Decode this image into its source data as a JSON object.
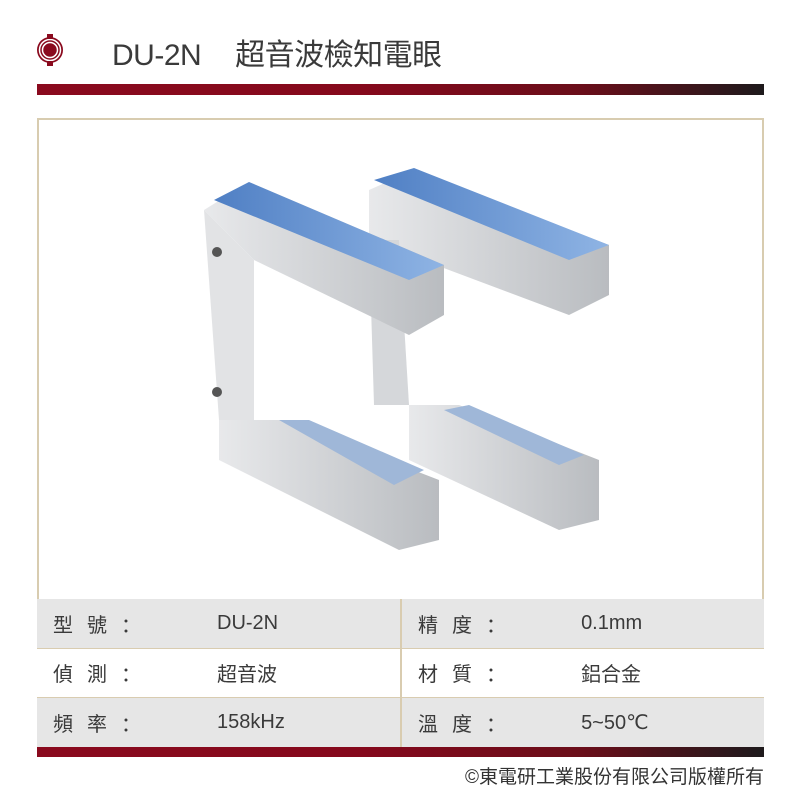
{
  "header": {
    "model": "DU-2N",
    "title": "超音波檢知電眼"
  },
  "specs": [
    [
      {
        "label": "型號：",
        "value": "DU-2N"
      },
      {
        "label": "精度：",
        "value": "0.1mm"
      }
    ],
    [
      {
        "label": "偵測：",
        "value": "超音波"
      },
      {
        "label": "材質：",
        "value": "鋁合金"
      }
    ],
    [
      {
        "label": "頻率：",
        "value": "158kHz"
      },
      {
        "label": "溫度：",
        "value": "5~50℃"
      }
    ]
  ],
  "footer": "©東電研工業股份有限公司版權所有",
  "colors": {
    "brand": "#8a0a1e",
    "sensor_blue": "#5b8fd0"
  }
}
